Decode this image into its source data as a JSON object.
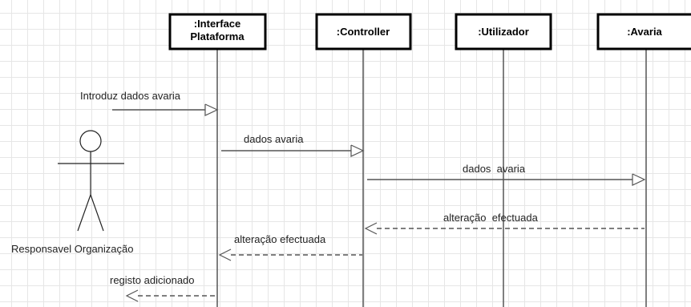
{
  "participants": [
    {
      "line1": ":Interface",
      "line2": "Plataforma"
    },
    {
      "line1": ":Controller"
    },
    {
      "line1": ":Utilizador"
    },
    {
      "line1": ":Avaria"
    }
  ],
  "actor": {
    "name": "Responsavel Organização"
  },
  "messages": [
    {
      "label": "Introduz dados avaria",
      "style": "solid"
    },
    {
      "label": "dados avaria",
      "style": "solid"
    },
    {
      "label": "dados  avaria",
      "style": "solid"
    },
    {
      "label": "alteração  efectuada",
      "style": "dashed"
    },
    {
      "label": "alteração efectuada",
      "style": "dashed"
    },
    {
      "label": "registo adicionado",
      "style": "dashed"
    }
  ],
  "colors": {
    "line": "#555555",
    "box_border": "#000000",
    "box_fill": "#ffffff"
  }
}
